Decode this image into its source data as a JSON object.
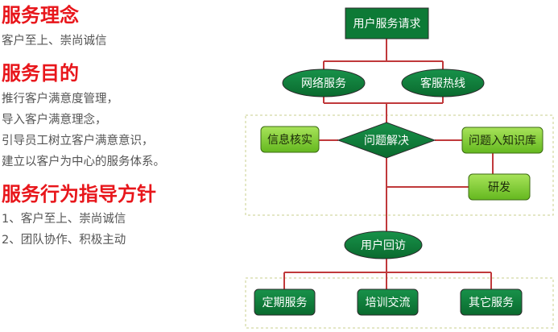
{
  "sections": [
    {
      "heading": "服务理念",
      "lines": [
        "客户至上、崇尚诚信"
      ]
    },
    {
      "heading": "服务目的",
      "lines": [
        "推行客户满意度管理，",
        "导入客户满意理念，",
        "引导员工树立客户满意意识，",
        "建立以客户为中心的服务体系。"
      ]
    },
    {
      "heading": "服务行为指导方针",
      "lines": [
        "1、客户至上、崇尚诚信",
        "2、团队协作、积极主动"
      ]
    }
  ],
  "flow": {
    "request": "用户服务请求",
    "network": "网络服务",
    "hotline": "客服热线",
    "verify": "信息核实",
    "solve": "问题解决",
    "knowledge": "问题入知识库",
    "research": "研发",
    "visit": "用户回访",
    "scheduled": "定期服务",
    "training": "培训交流",
    "other": "其它服务"
  },
  "colors": {
    "heading": "#e8161b",
    "text": "#555555",
    "box_fill": "#0d7a36",
    "light_fill": "#7ccf2c",
    "connector": "#c0393b",
    "dashed_border": "#c9cf8e"
  }
}
